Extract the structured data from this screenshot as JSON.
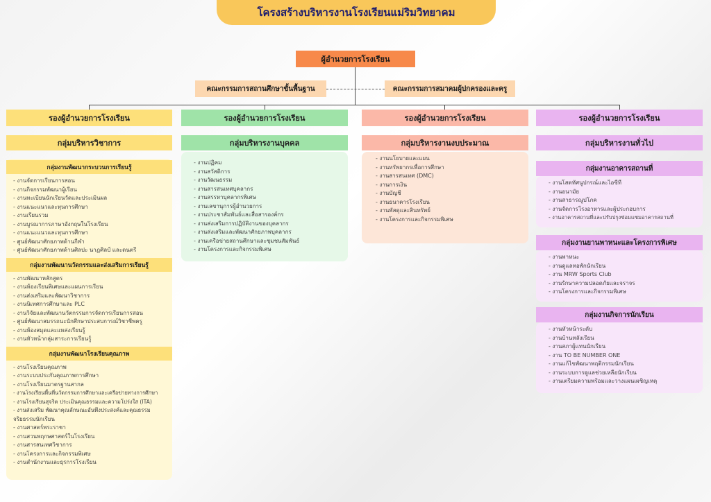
{
  "title": "โครงสร้างบริหารงานโรงเรียนแม่ริมวิทยาคม",
  "director": "ผู้อำนวยการโรงเรียน",
  "committees": {
    "left": "คณะกรรมการสถานศึกษาขั้นพื้นฐาน",
    "right": "คณะกรรมการสมาคมผู้ปกครองและครู"
  },
  "columns": [
    {
      "deputy": "รองผู้อำนวยการโรงเรียน",
      "group": "กลุ่มบริหารวิชาการ",
      "color": "#fde07a",
      "panel_color": "#fff8d6",
      "sections": [
        {
          "heading": "กลุ่มงานพัฒนากระบวนการเรียนรู้",
          "items": [
            "งานจัดการเรียนการสอน",
            "งานกิจกรรมพัฒนาผู้เรียน",
            "งานทะเบียนนักเรียนวัดและประเมินผล",
            "งานแนะแนวและทุนการศึกษา",
            "งานเรียนรวม",
            "งานบูรณาการภาษาอังกฤษในโรงเรียน",
            "งานแนะแนวและทุนการศึกษา",
            "ศูนย์พัฒนาศักยภาพด้านกีฬา",
            "ศูนย์พัฒนาศักยภาพด้านศิลปะ นาฏศิลป์ และดนตรี"
          ]
        },
        {
          "heading": "กลุ่มงานพัฒนานวัตกรรมและส่งเสริมการเรียนรู้",
          "items": [
            "งานพัฒนาหลักสูตร",
            "งานห้องเรียนพิเศษและแผนการเรียน",
            "งานส่งเสริมและพัฒนาวิชาการ",
            "งานนิเทศการศึกษาและ PLC",
            "งานวิจัยและพัฒนานวัตกรรมการจัดการเรียนการสอน",
            "ศูนย์พัฒนาสมรรถนะนักศึกษาประสบการณ์วิชาชีพครู",
            "งานห้องสมุดและแหล่งเรียนรู้",
            "งานหัวหน้ากลุ่มสาระการเรียนรู้"
          ]
        },
        {
          "heading": "กลุ่มงานพัฒนาโรงเรียนคุณภาพ",
          "items": [
            "งานโรงเรียนคุณภาพ",
            "งานระบบประกันคุณภาพการศึกษา",
            "งานโรงเรียนมาตรฐานสากล",
            "งานโรงเรียนพื้นที่นวัตกรรมการศึกษาและเครือข่ายทางการศึกษา",
            "งานโรงเรียนสุจริต ประเมินคุณธรรมและความโปร่งใส (ITA)",
            "งานส่งเสริม พัฒนาคุณลักษณะอันพึงประสงค์และคุณธรรม",
            "จริยธรรมนักเรียน",
            "งานศาสตร์พระราชา",
            "งานสวนพฤกษศาสตร์ในโรงเรียน",
            "งานสารสนเทศวิชาการ",
            "งานโครงการและกิจกรรมพิเศษ",
            "งานสำนักงานและธุรการโรงเรียน"
          ]
        }
      ]
    },
    {
      "deputy": "รองผู้อำนวยการโรงเรียน",
      "group": "กลุ่มบริหารงานบุคคล",
      "color": "#9fe3a8",
      "panel_color": "#e6f8e8",
      "sections": [
        {
          "heading": "",
          "items": [
            "งานปฏิคม",
            "งานสวัสดิการ",
            "งานวัฒนธรรม",
            "งานสารสนเทศบุคลากร",
            "งานสรรหาบุคลากรพิเศษ",
            "งานเลขานุการผู้อำนวยการ",
            "งานประชาสัมพันธ์และสื่อสารองค์กร",
            "งานส่งเสริมการปฏิบัติงานของบุคลากร",
            "งานส่งเสริมและพัฒนาศักยภาพบุคลากร",
            "งานเครือข่ายสถานศึกษาและชุมชนสัมพันธ์",
            "งานโครงการและกิจกรรมพิเศษ"
          ]
        }
      ]
    },
    {
      "deputy": "รองผู้อำนวยการโรงเรียน",
      "group": "กลุ่มบริหารงานงบประมาณ",
      "color": "#fbb8a8",
      "panel_color": "#fde6d8",
      "sections": [
        {
          "heading": "",
          "items": [
            "งานนโยบายและแผน",
            "งานทรัพยากรเพื่อการศึกษา",
            "งานสารสนเทศ (DMC)",
            "งานการเงิน",
            "งานบัญชี",
            "งานธนาคารโรงเรียน",
            "งานพัสดุและสินทรัพย์",
            "งานโครงการและกิจกรรมพิเศษ"
          ]
        }
      ]
    },
    {
      "deputy": "รองผู้อำนวยการโรงเรียน",
      "group": "กลุ่มบริหารงานทั่วไป",
      "color": "#e9b4f0",
      "panel_color": "#f8e6fa",
      "sections": [
        {
          "heading": "กลุ่มงานอาคารสถานที่",
          "items": [
            "งานโสตทัศนูปกรณ์และไอซีที",
            "งานอนามัย",
            "งานสาธารณูปโภค",
            "งานจัดการโรงอาหารและผู้ประกอบการ",
            "งานอาคารสถานที่และปรับปรุงซ่อมแซมอาคารสถานที่"
          ]
        },
        {
          "heading": "กลุ่มงานยานพาหนะและโครงการพิเศษ",
          "items": [
            "งานพาหนะ",
            "งานดูแลหอพักนักเรียน",
            "งาน MRW Sports Club",
            "งานรักษาความปลอดภัยและจราจร",
            "งานโครงการและกิจกรรมพิเศษ"
          ]
        },
        {
          "heading": "กลุ่มงานกิจการนักเรียน",
          "items": [
            "งานหัวหน้าระดับ",
            "งานบ้านหลังเรียน",
            "งานสภาผู้แทนนักเรียน",
            "งาน TO BE NUMBER ONE",
            "งานแก้ไขพัฒนาพฤติกรรมนักเรียน",
            "งานระบบการดูแลช่วยเหลือนักเรียน",
            "งานเตรียมความพร้อมและวางแผนเผชิญเหตุ"
          ]
        }
      ]
    }
  ]
}
